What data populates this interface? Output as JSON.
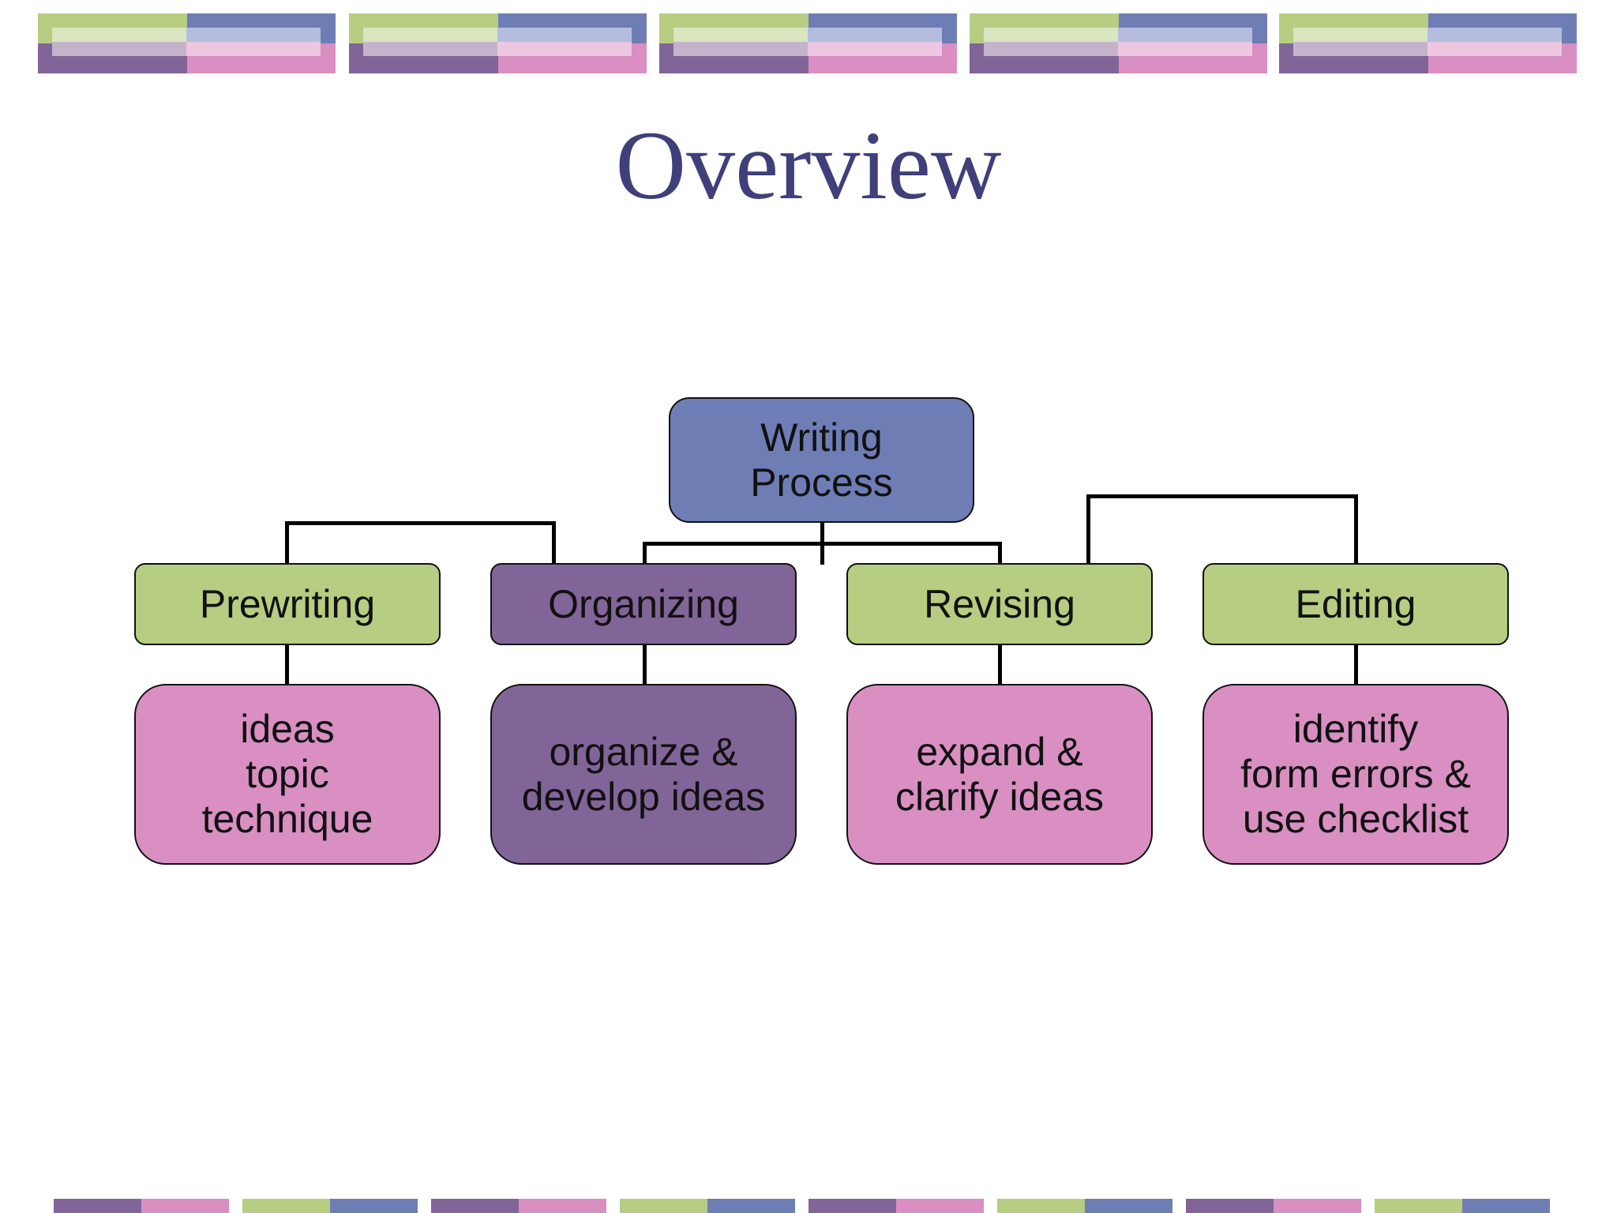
{
  "slide": {
    "title": "Overview"
  },
  "colors": {
    "green": "#b6cd82",
    "blue": "#6f7db5",
    "purple": "#826598",
    "pink": "#d98fc2",
    "title_text": "#3f3f7a"
  },
  "diagram": {
    "root": {
      "label": "Writing\nProcess"
    },
    "stages": [
      {
        "label": "Prewriting",
        "detail": "ideas\ntopic\ntechnique"
      },
      {
        "label": "Organizing",
        "detail": "organize &\ndevelop ideas"
      },
      {
        "label": "Revising",
        "detail": "expand &\nclarify ideas"
      },
      {
        "label": "Editing",
        "detail": "identify\nform errors &\nuse checklist"
      }
    ]
  }
}
